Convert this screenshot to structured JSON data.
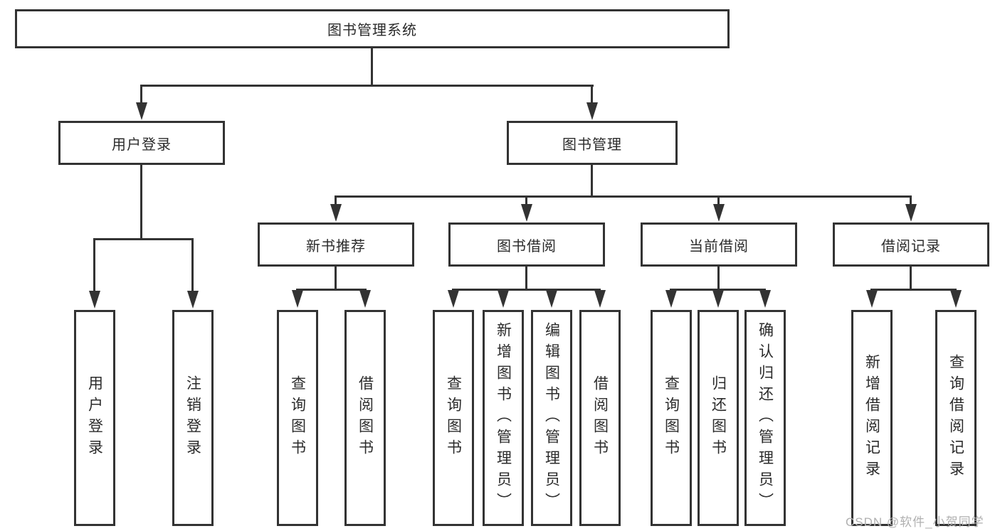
{
  "diagram": {
    "root": {
      "label": "图书管理系统"
    },
    "branches": {
      "user_login": {
        "label": "用户登录",
        "children": {
          "login": "用户登录",
          "logout": "注销登录"
        }
      },
      "book_mgmt": {
        "label": "图书管理",
        "sections": {
          "new_book": {
            "label": "新书推荐",
            "children": {
              "query": "查询图书",
              "borrow": "借阅图书"
            }
          },
          "borrowing": {
            "label": "图书借阅",
            "children": {
              "query": "查询图书",
              "add": "新增图书（管理员）",
              "edit": "编辑图书（管理员）",
              "borrow": "借阅图书"
            }
          },
          "current": {
            "label": "当前借阅",
            "children": {
              "query": "查询图书",
              "return": "归还图书",
              "confirm": "确认归还（管理员）"
            }
          },
          "records": {
            "label": "借阅记录",
            "children": {
              "add": "新增借阅记录",
              "query": "查询借阅记录"
            }
          }
        }
      }
    }
  },
  "watermark": "CSDN @软件_小贺同学",
  "colors": {
    "line": "#333333",
    "text": "#2b2b2b",
    "watermark": "#b0b0b0",
    "background": "#ffffff"
  }
}
